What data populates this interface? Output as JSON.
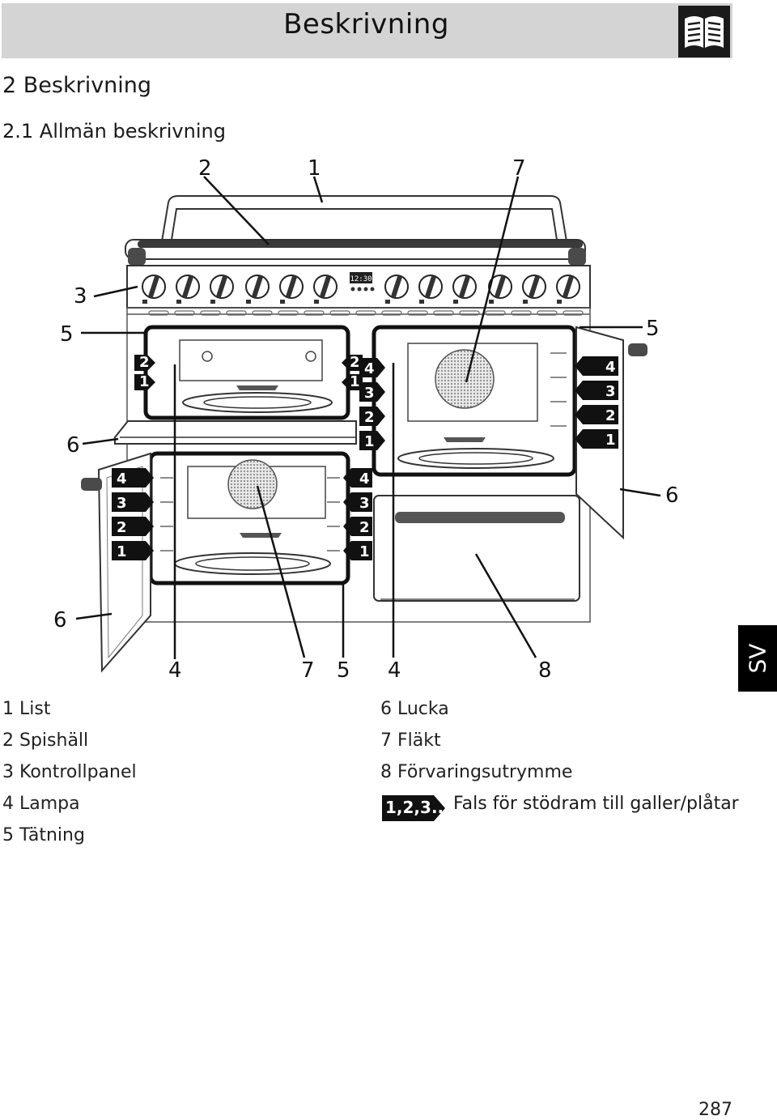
{
  "header": {
    "title": "Beskrivning",
    "icon": "book-icon"
  },
  "section": {
    "title": "2 Beskrivning",
    "subtitle": "2.1 Allmän beskrivning"
  },
  "diagram": {
    "callouts_top": [
      "2",
      "1",
      "7"
    ],
    "callouts_side": [
      "3",
      "5",
      "6",
      "5",
      "6",
      "6"
    ],
    "callouts_bottom": [
      "4",
      "7",
      "5",
      "4",
      "8"
    ],
    "rack_levels": [
      "4",
      "3",
      "2",
      "1"
    ],
    "rack_small": [
      "2",
      "1"
    ],
    "clock": "12:30"
  },
  "legend": {
    "left": [
      "1 List",
      "2 Spishäll",
      "3 Kontrollpanel",
      "4 Lampa",
      "5 Tätning"
    ],
    "right": [
      "6 Lucka",
      "7 Fläkt",
      "8 Förvaringsutrymme"
    ],
    "rack_marker": "1,2,3...",
    "rack_description": "Fals för stödram till galler/plåtar"
  },
  "language_tab": "SV",
  "page_number": "287"
}
